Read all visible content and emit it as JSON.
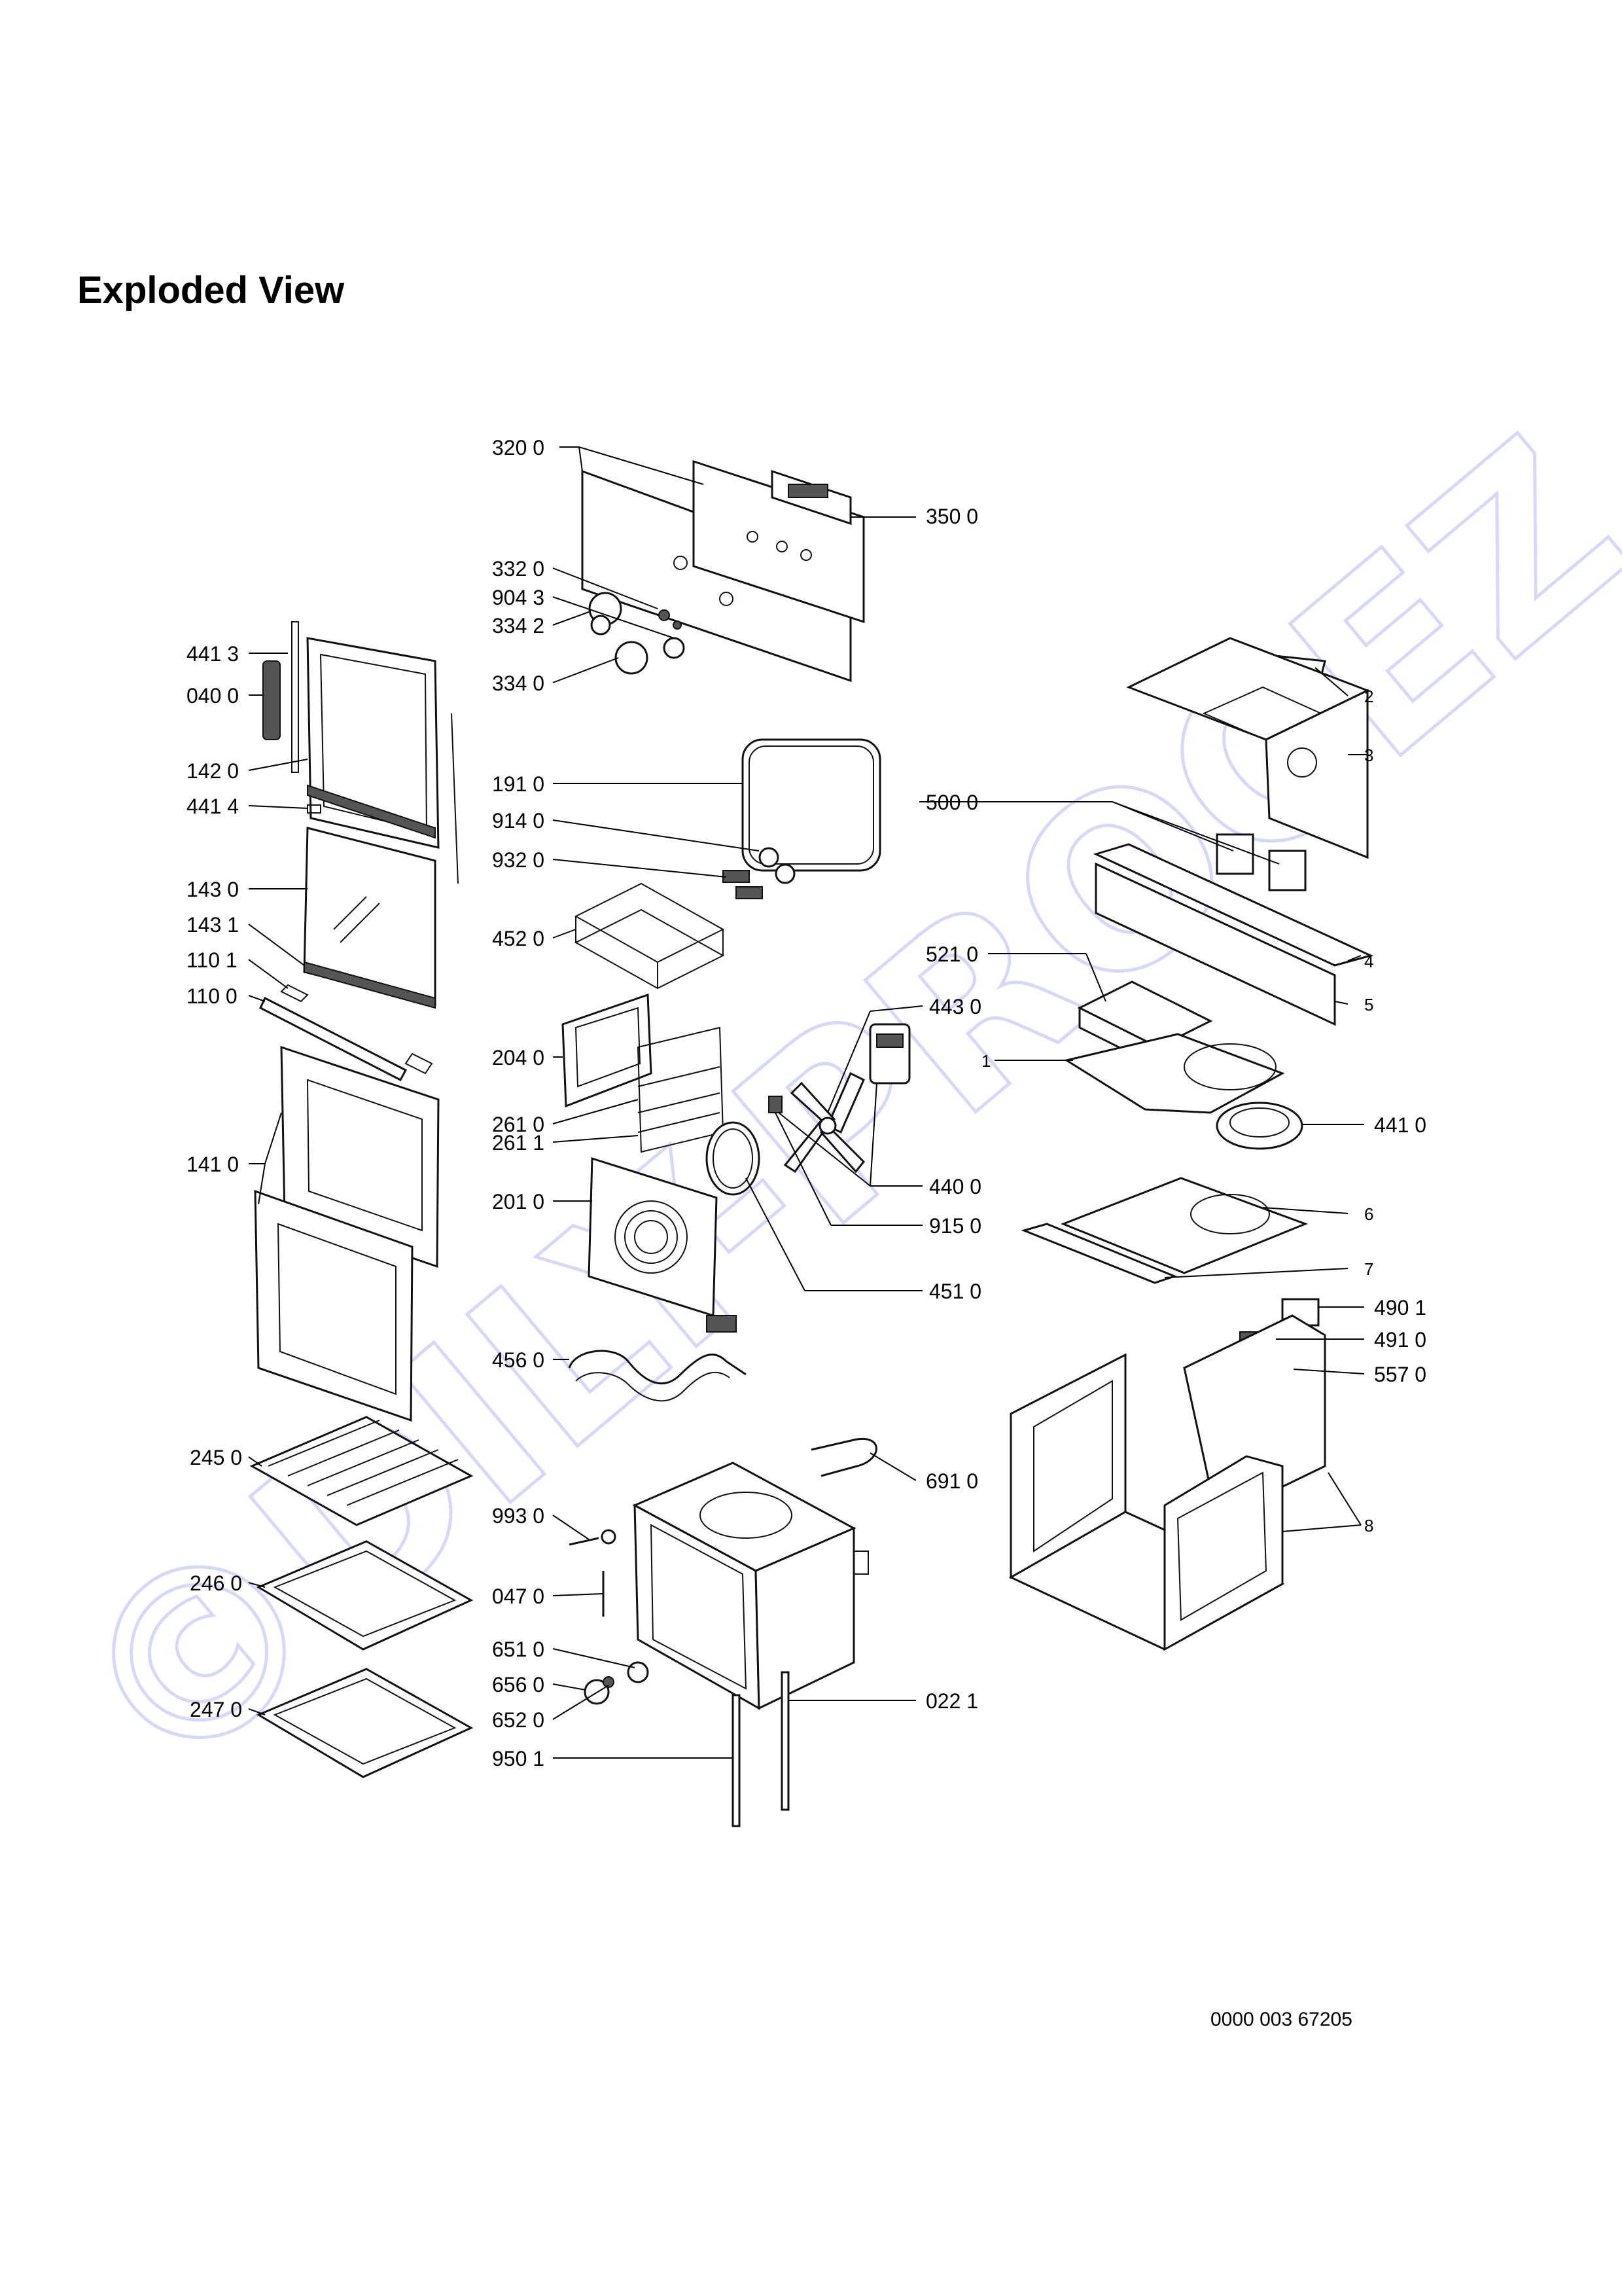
{
  "title": "Exploded View",
  "document_code": "0000 003 67205",
  "watermark": "©DILY-PROCEZ.cz",
  "colors": {
    "lines": "#000000",
    "watermark": "#2a2ad8",
    "background": "#ffffff"
  },
  "callouts": [
    {
      "id": "c3200",
      "label": "320 0"
    },
    {
      "id": "c3500",
      "label": "350 0"
    },
    {
      "id": "c3320",
      "label": "332 0"
    },
    {
      "id": "c9043",
      "label": "904 3"
    },
    {
      "id": "c3342",
      "label": "334 2"
    },
    {
      "id": "c3340",
      "label": "334 0"
    },
    {
      "id": "c4413",
      "label": "441 3"
    },
    {
      "id": "c0400",
      "label": "040 0"
    },
    {
      "id": "c1420",
      "label": "142 0"
    },
    {
      "id": "c4414",
      "label": "441 4"
    },
    {
      "id": "c1430",
      "label": "143 0"
    },
    {
      "id": "c1431",
      "label": "143 1"
    },
    {
      "id": "c1101",
      "label": "110 1"
    },
    {
      "id": "c1100",
      "label": "110 0"
    },
    {
      "id": "c1410",
      "label": "141 0"
    },
    {
      "id": "c1910",
      "label": "191 0"
    },
    {
      "id": "c9140",
      "label": "914 0"
    },
    {
      "id": "c9320",
      "label": "932 0"
    },
    {
      "id": "c4520",
      "label": "452 0"
    },
    {
      "id": "c2040",
      "label": "204 0"
    },
    {
      "id": "c2610",
      "label": "261 0"
    },
    {
      "id": "c2611",
      "label": "261 1"
    },
    {
      "id": "c2010",
      "label": "201 0"
    },
    {
      "id": "c4560",
      "label": "456 0"
    },
    {
      "id": "c4430",
      "label": "443 0"
    },
    {
      "id": "c4400",
      "label": "440 0"
    },
    {
      "id": "c9150",
      "label": "915 0"
    },
    {
      "id": "c4510",
      "label": "451 0"
    },
    {
      "id": "c5000",
      "label": "500 0"
    },
    {
      "id": "c5210",
      "label": "521 0"
    },
    {
      "id": "c1",
      "label": "1"
    },
    {
      "id": "c2",
      "label": "2"
    },
    {
      "id": "c3",
      "label": "3"
    },
    {
      "id": "c4",
      "label": "4"
    },
    {
      "id": "c5",
      "label": "5"
    },
    {
      "id": "c4410",
      "label": "441 0"
    },
    {
      "id": "c6",
      "label": "6"
    },
    {
      "id": "c7",
      "label": "7"
    },
    {
      "id": "c4901",
      "label": "490 1"
    },
    {
      "id": "c4910",
      "label": "491 0"
    },
    {
      "id": "c5570",
      "label": "557 0"
    },
    {
      "id": "c8",
      "label": "8"
    },
    {
      "id": "c2450",
      "label": "245 0"
    },
    {
      "id": "c2460",
      "label": "246 0"
    },
    {
      "id": "c2470",
      "label": "247 0"
    },
    {
      "id": "c6910",
      "label": "691 0"
    },
    {
      "id": "c9930",
      "label": "993 0"
    },
    {
      "id": "c0470",
      "label": "047 0"
    },
    {
      "id": "c6510",
      "label": "651 0"
    },
    {
      "id": "c6560",
      "label": "656 0"
    },
    {
      "id": "c6520",
      "label": "652 0"
    },
    {
      "id": "c9501",
      "label": "950 1"
    },
    {
      "id": "c0221",
      "label": "022 1"
    }
  ]
}
